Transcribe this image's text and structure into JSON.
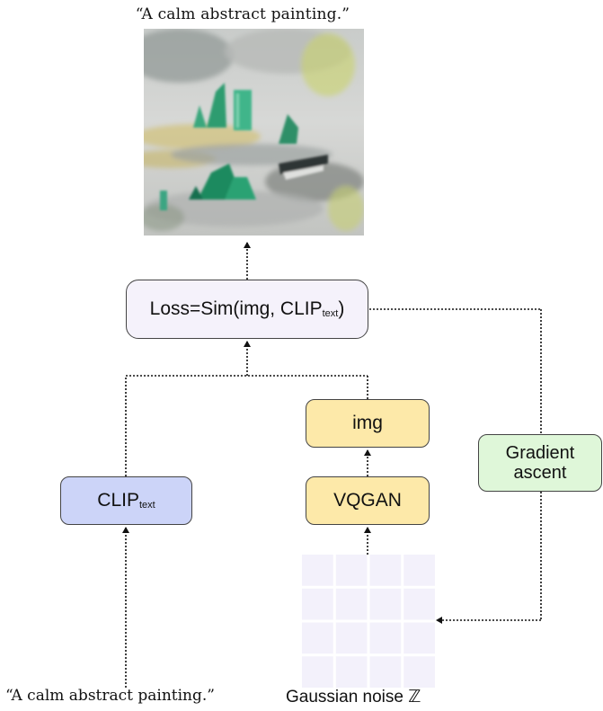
{
  "top_caption": "“A calm abstract painting.”",
  "bottom_caption": "“A calm abstract painting.”",
  "noise_label": "Gaussian noise ℤ",
  "loss_box": {
    "prefix": "Loss=Sim(img, CLIP",
    "subscript": "text",
    "suffix": ")"
  },
  "img_box": {
    "label": "img"
  },
  "vqgan_box": {
    "label": "VQGAN"
  },
  "clip_box": {
    "label": "CLIP",
    "subscript": "text"
  },
  "gradient_box": {
    "line1": "Gradient",
    "line2": "ascent"
  },
  "noise_grid": {
    "rows": 4,
    "cols": 4
  },
  "colors": {
    "loss_fill": "#f5f2fb",
    "vqgan_fill": "#fde9a9",
    "clip_fill": "#ccd4f8",
    "gradient_fill": "#dff7d9",
    "noise_cell": "#f3f1fb",
    "arrow": "#111111"
  }
}
